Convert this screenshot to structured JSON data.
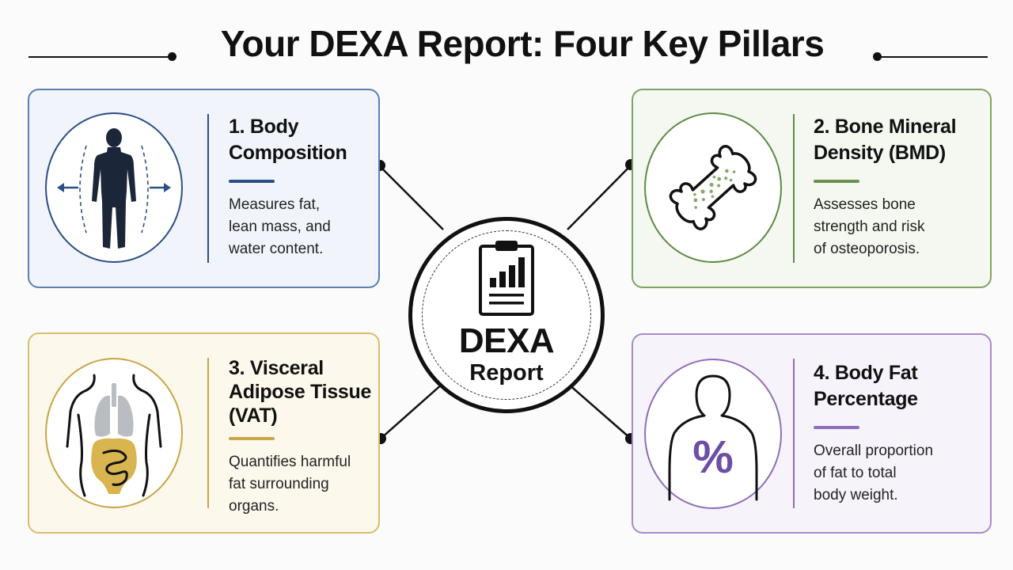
{
  "title": "Your DEXA Report: Four Key Pillars",
  "hub": {
    "title": "DEXA",
    "subtitle": "Report",
    "icon": "report-chart-icon"
  },
  "colors": {
    "blue": "#2c4f86",
    "green": "#6a8f4f",
    "gold": "#c9a646",
    "purple": "#8f6fb8",
    "ink": "#111111"
  },
  "pillars": [
    {
      "heading_line1": "1. Body",
      "heading_line2": "Composition",
      "heading_line3": "",
      "description": [
        "Measures fat,",
        "lean mass, and",
        "water content."
      ],
      "icon": "body-silhouette-icon"
    },
    {
      "heading_line1": "2. Bone Mineral",
      "heading_line2": "Density (BMD)",
      "heading_line3": "",
      "description": [
        "Assesses bone",
        "strength and risk",
        "of osteoporosis."
      ],
      "icon": "bone-icon"
    },
    {
      "heading_line1": "3. Visceral",
      "heading_line2": "Adipose Tissue",
      "heading_line3": "(VAT)",
      "description": [
        "Quantifies harmful",
        "fat surrounding",
        "organs."
      ],
      "icon": "torso-organs-icon"
    },
    {
      "heading_line1": "4. Body Fat",
      "heading_line2": "Percentage",
      "heading_line3": "",
      "description": [
        "Overall proportion",
        "of fat to total",
        "body weight."
      ],
      "icon": "percent-body-icon",
      "symbol": "%"
    }
  ]
}
